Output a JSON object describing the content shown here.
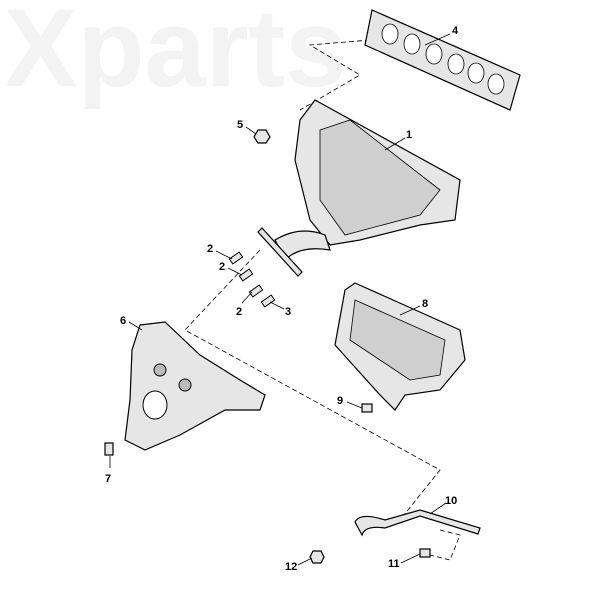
{
  "watermark": "Xparts",
  "callouts": [
    {
      "id": "c1",
      "text": "1"
    },
    {
      "id": "c2a",
      "text": "2"
    },
    {
      "id": "c2b",
      "text": "2"
    },
    {
      "id": "c2c",
      "text": "2"
    },
    {
      "id": "c3",
      "text": "3"
    },
    {
      "id": "c4",
      "text": "4"
    },
    {
      "id": "c5",
      "text": "5"
    },
    {
      "id": "c6",
      "text": "6"
    },
    {
      "id": "c7",
      "text": "7"
    },
    {
      "id": "c8",
      "text": "8"
    },
    {
      "id": "c9",
      "text": "9"
    },
    {
      "id": "c10",
      "text": "10"
    },
    {
      "id": "c11",
      "text": "11"
    },
    {
      "id": "c12",
      "text": "12"
    }
  ]
}
